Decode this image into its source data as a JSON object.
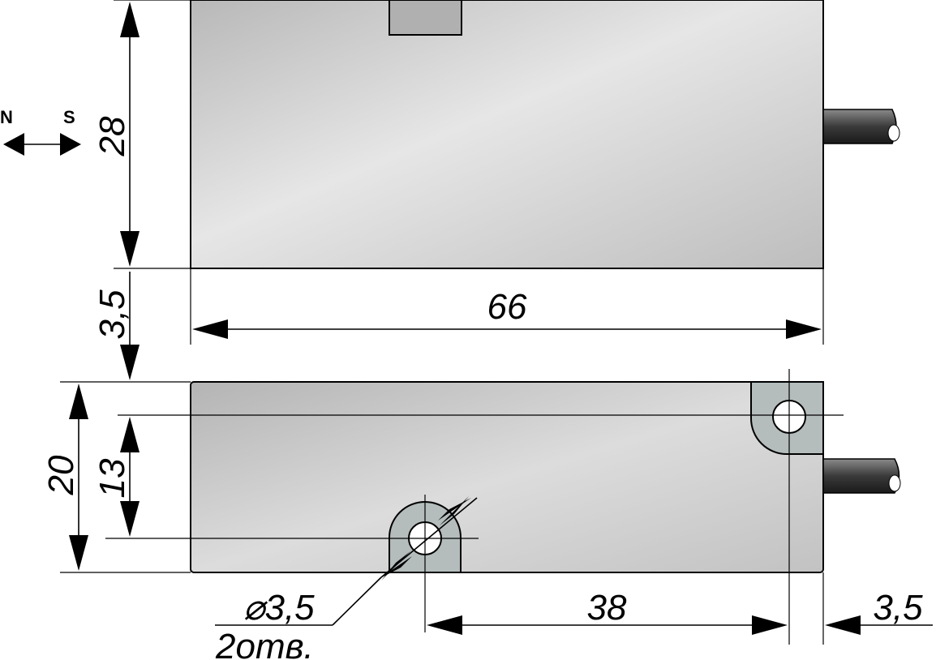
{
  "dimensions": {
    "height_top": "28",
    "length": "66",
    "gap": "3,5",
    "height_side": "20",
    "hole_offset": "13",
    "hole_spacing": "38",
    "edge_offset": "3,5",
    "hole_diameter": "⌀3,5",
    "hole_count": "2отв."
  },
  "polarity": {
    "north": "N",
    "south": "S"
  },
  "colors": {
    "body": "#c8c8c8",
    "tab": "#b4bcbc",
    "cable": "#3a3a3a",
    "line": "#000000"
  }
}
